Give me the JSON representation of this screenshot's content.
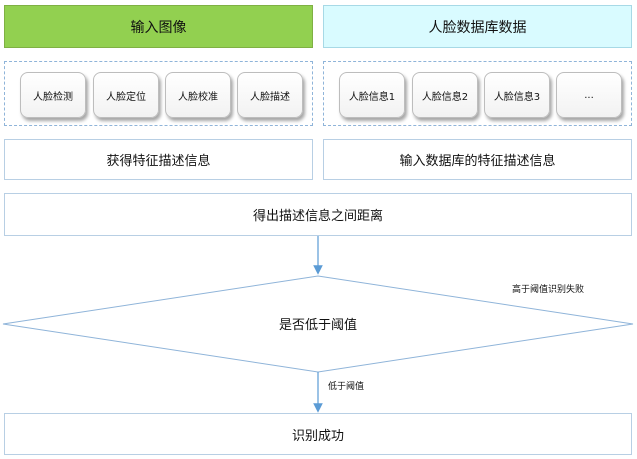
{
  "left_panel": {
    "title": "输入图像",
    "steps": [
      "人脸检测",
      "人脸定位",
      "人脸校准",
      "人脸描述"
    ],
    "result": "获得特征描述信息"
  },
  "right_panel": {
    "title": "人脸数据库数据",
    "items": [
      "人脸信息1",
      "人脸信息2",
      "人脸信息3",
      "..."
    ],
    "result": "输入数据库的特征描述信息"
  },
  "distance_step": "得出描述信息之间距离",
  "decision": {
    "question": "是否低于阈值",
    "yes_label": "低于阈值",
    "no_label": "高于阈值识别失败"
  },
  "final_step": "识别成功",
  "colors": {
    "left_header": "#92d050",
    "right_header": "#d9fbff",
    "border": "#b8cfe4",
    "arrow": "#5b9bd5"
  }
}
